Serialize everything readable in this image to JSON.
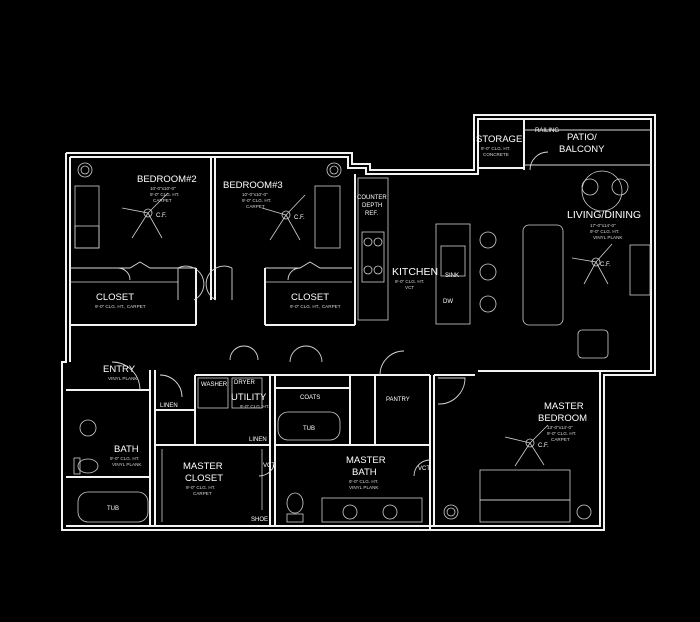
{
  "rooms": {
    "storage": {
      "name": "STORAGE",
      "note1": "9'-0\" CLG. HT.",
      "note2": "CONCRETE"
    },
    "railing": "RAILING",
    "patio": {
      "name1": "PATIO/",
      "name2": "BALCONY"
    },
    "bedroom2": {
      "name": "BEDROOM#2",
      "note1": "10'-0\"x10'-0\"",
      "note2": "9'-0\" CLG. HT.",
      "note3": "CARPET"
    },
    "bedroom3": {
      "name": "BEDROOM#3",
      "note1": "10'-0\"x10'-0\"",
      "note2": "9'-0\" CLG. HT.",
      "note3": "CARPET"
    },
    "counter_ref": {
      "line1": "COUNTER",
      "line2": "DEPTH",
      "line3": "REF."
    },
    "living": {
      "name": "LIVING/DINING",
      "note1": "17'-0\"x14'-0\"",
      "note2": "9'-0\" CLG. HT.",
      "note3": "VINYL PLANK"
    },
    "kitchen": {
      "name": "KITCHEN",
      "note1": "9'-0\" CLG. HT.",
      "note2": "VCT"
    },
    "dw": "DW",
    "sink": "SINK",
    "closet1": {
      "name": "CLOSET",
      "note": "9'-0\" CLG. HT., CARPET"
    },
    "closet2": {
      "name": "CLOSET",
      "note": "9'-0\" CLG. HT., CARPET"
    },
    "entry": {
      "name": "ENTRY",
      "note": "VINYL PLANK"
    },
    "washer": "WASHER",
    "dryer": "DRYER",
    "utility": {
      "name": "UTILITY",
      "note": "9'-0\" CLG. HT."
    },
    "linen": "LINEN",
    "linen2": "LINEN",
    "coats": "COATS",
    "pantry": "PANTRY",
    "tub": "TUB",
    "tub2": "TUB",
    "bath": {
      "name": "BATH",
      "note1": "9'-0\" CLG. HT.",
      "note2": "VINYL PLANK"
    },
    "master_closet": {
      "name1": "MASTER",
      "name2": "CLOSET",
      "note1": "9'-0\" CLG. HT.",
      "note2": "CARPET"
    },
    "master_bath": {
      "name1": "MASTER",
      "name2": "BATH",
      "note1": "9'-0\" CLG. HT.",
      "note2": "VINYL PLANK"
    },
    "master_bedroom": {
      "name1": "MASTER",
      "name2": "BEDROOM",
      "note1": "13'-0\"x14'-0\"",
      "note2": "9'-0\" CLG. HT.",
      "note3": "CARPET"
    },
    "shoe": "SHOE",
    "vct": "VCT",
    "cf": "C.F."
  }
}
